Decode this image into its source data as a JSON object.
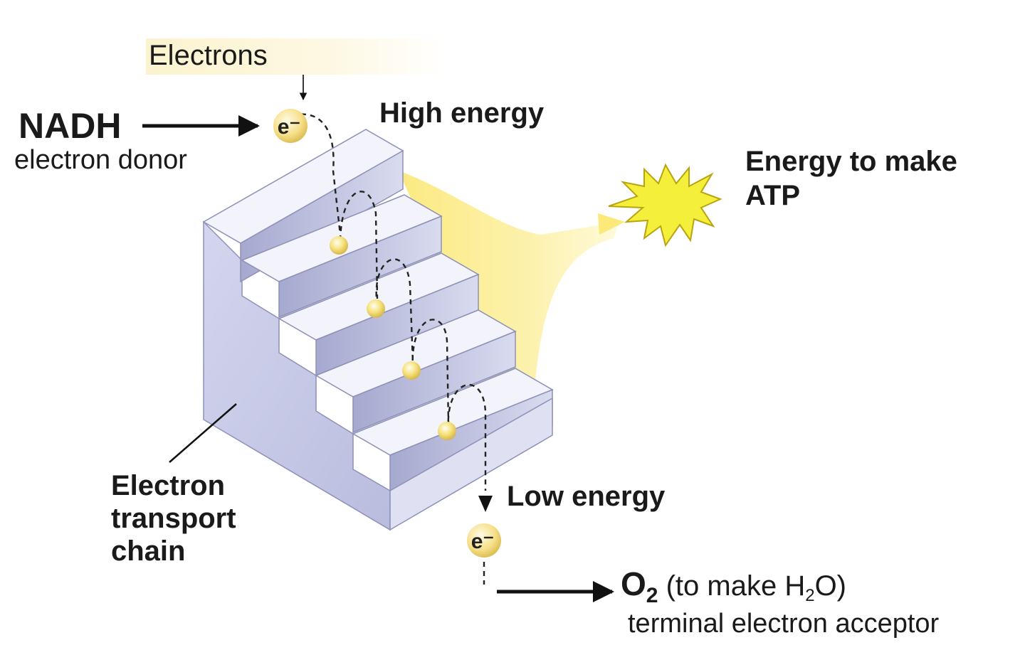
{
  "labels": {
    "electrons": "Electrons",
    "nadh": "NADH",
    "electron_donor": "electron donor",
    "high_energy": "High energy",
    "energy_to_make": "Energy to make",
    "atp": "ATP",
    "etc_line1": "Electron",
    "etc_line2": "transport",
    "etc_line3": "chain",
    "low_energy": "Low energy",
    "o2_letter": "O",
    "o2_subscript": "2",
    "o2_paren_open": "(to make H",
    "h2o_subscript": "2",
    "o2_paren_close": "O)",
    "terminal_acceptor": "terminal electron acceptor",
    "electron_symbol": "e⁻"
  },
  "colors": {
    "step_top": "#f2f3fb",
    "step_riser": "#b3b6d6",
    "step_side": "#c9cbe6",
    "energy_glow": "#fbe97a",
    "star": "#f4ef3a",
    "electron": "#f7e08a"
  }
}
